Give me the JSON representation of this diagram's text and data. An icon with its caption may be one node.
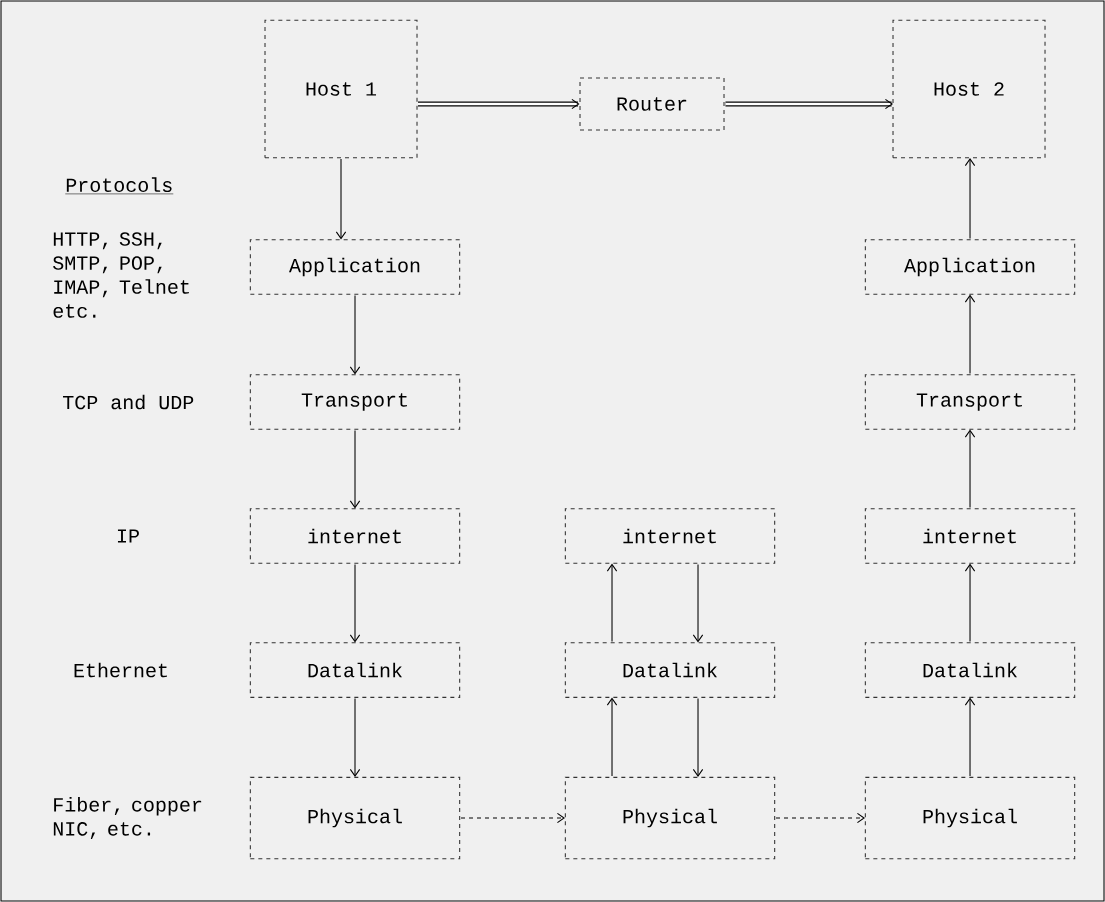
{
  "diagram": {
    "nodes": [
      {
        "text": [
          "Host 1"
        ]
      },
      {
        "text": [
          "Router"
        ]
      },
      {
        "text": [
          "Host 2"
        ]
      },
      {
        "text": [
          "Application"
        ]
      },
      {
        "text": [
          "Transport"
        ]
      },
      {
        "text": [
          "internet"
        ]
      },
      {
        "text": [
          "Datalink"
        ]
      },
      {
        "text": [
          "Physical"
        ]
      },
      {
        "text": [
          "internet"
        ]
      },
      {
        "text": [
          "Datalink"
        ]
      },
      {
        "text": [
          "Physical"
        ]
      },
      {
        "text": [
          "Application"
        ]
      },
      {
        "text": [
          "Transport"
        ]
      },
      {
        "text": [
          "internet"
        ]
      },
      {
        "text": [
          "Datalink"
        ]
      },
      {
        "text": [
          "Physical"
        ]
      }
    ],
    "edges": [
      {
        "from": 0,
        "to": 1,
        "arrow": "to",
        "style": "thick"
      },
      {
        "from": 1,
        "to": 2,
        "arrow": "to",
        "style": "thick"
      },
      {
        "from": 0,
        "to": 3,
        "arrow": "to"
      },
      {
        "from": 3,
        "to": 4,
        "arrow": "to"
      },
      {
        "from": 4,
        "to": 5,
        "arrow": "to"
      },
      {
        "from": 5,
        "to": 6,
        "arrow": "to"
      },
      {
        "from": 6,
        "to": 7,
        "arrow": "to"
      },
      {
        "from": 7,
        "to": 10,
        "arrow": "to",
        "style": "dashed"
      },
      {
        "from": 10,
        "to": 9,
        "arrow": "to"
      },
      {
        "from": 9,
        "to": 10,
        "arrow": "to"
      },
      {
        "from": 9,
        "to": 8,
        "arrow": "to"
      },
      {
        "from": 8,
        "to": 9,
        "arrow": "to"
      },
      {
        "from": 10,
        "to": 15,
        "arrow": "to",
        "style": "dashed"
      },
      {
        "from": 15,
        "to": 14,
        "arrow": "to"
      },
      {
        "from": 14,
        "to": 13,
        "arrow": "to"
      },
      {
        "from": 13,
        "to": 12,
        "arrow": "to"
      },
      {
        "from": 12,
        "to": 11,
        "arrow": "to"
      },
      {
        "from": 11,
        "to": 2,
        "arrow": "to"
      }
    ],
    "labels": [
      "Protocols",
      "HTTP, SSH, SMTP, POP, IMAP, Telnet etc.",
      "TCP and UDP",
      "IP",
      "Ethernet",
      "Fiber, copper NIC, etc."
    ]
  }
}
